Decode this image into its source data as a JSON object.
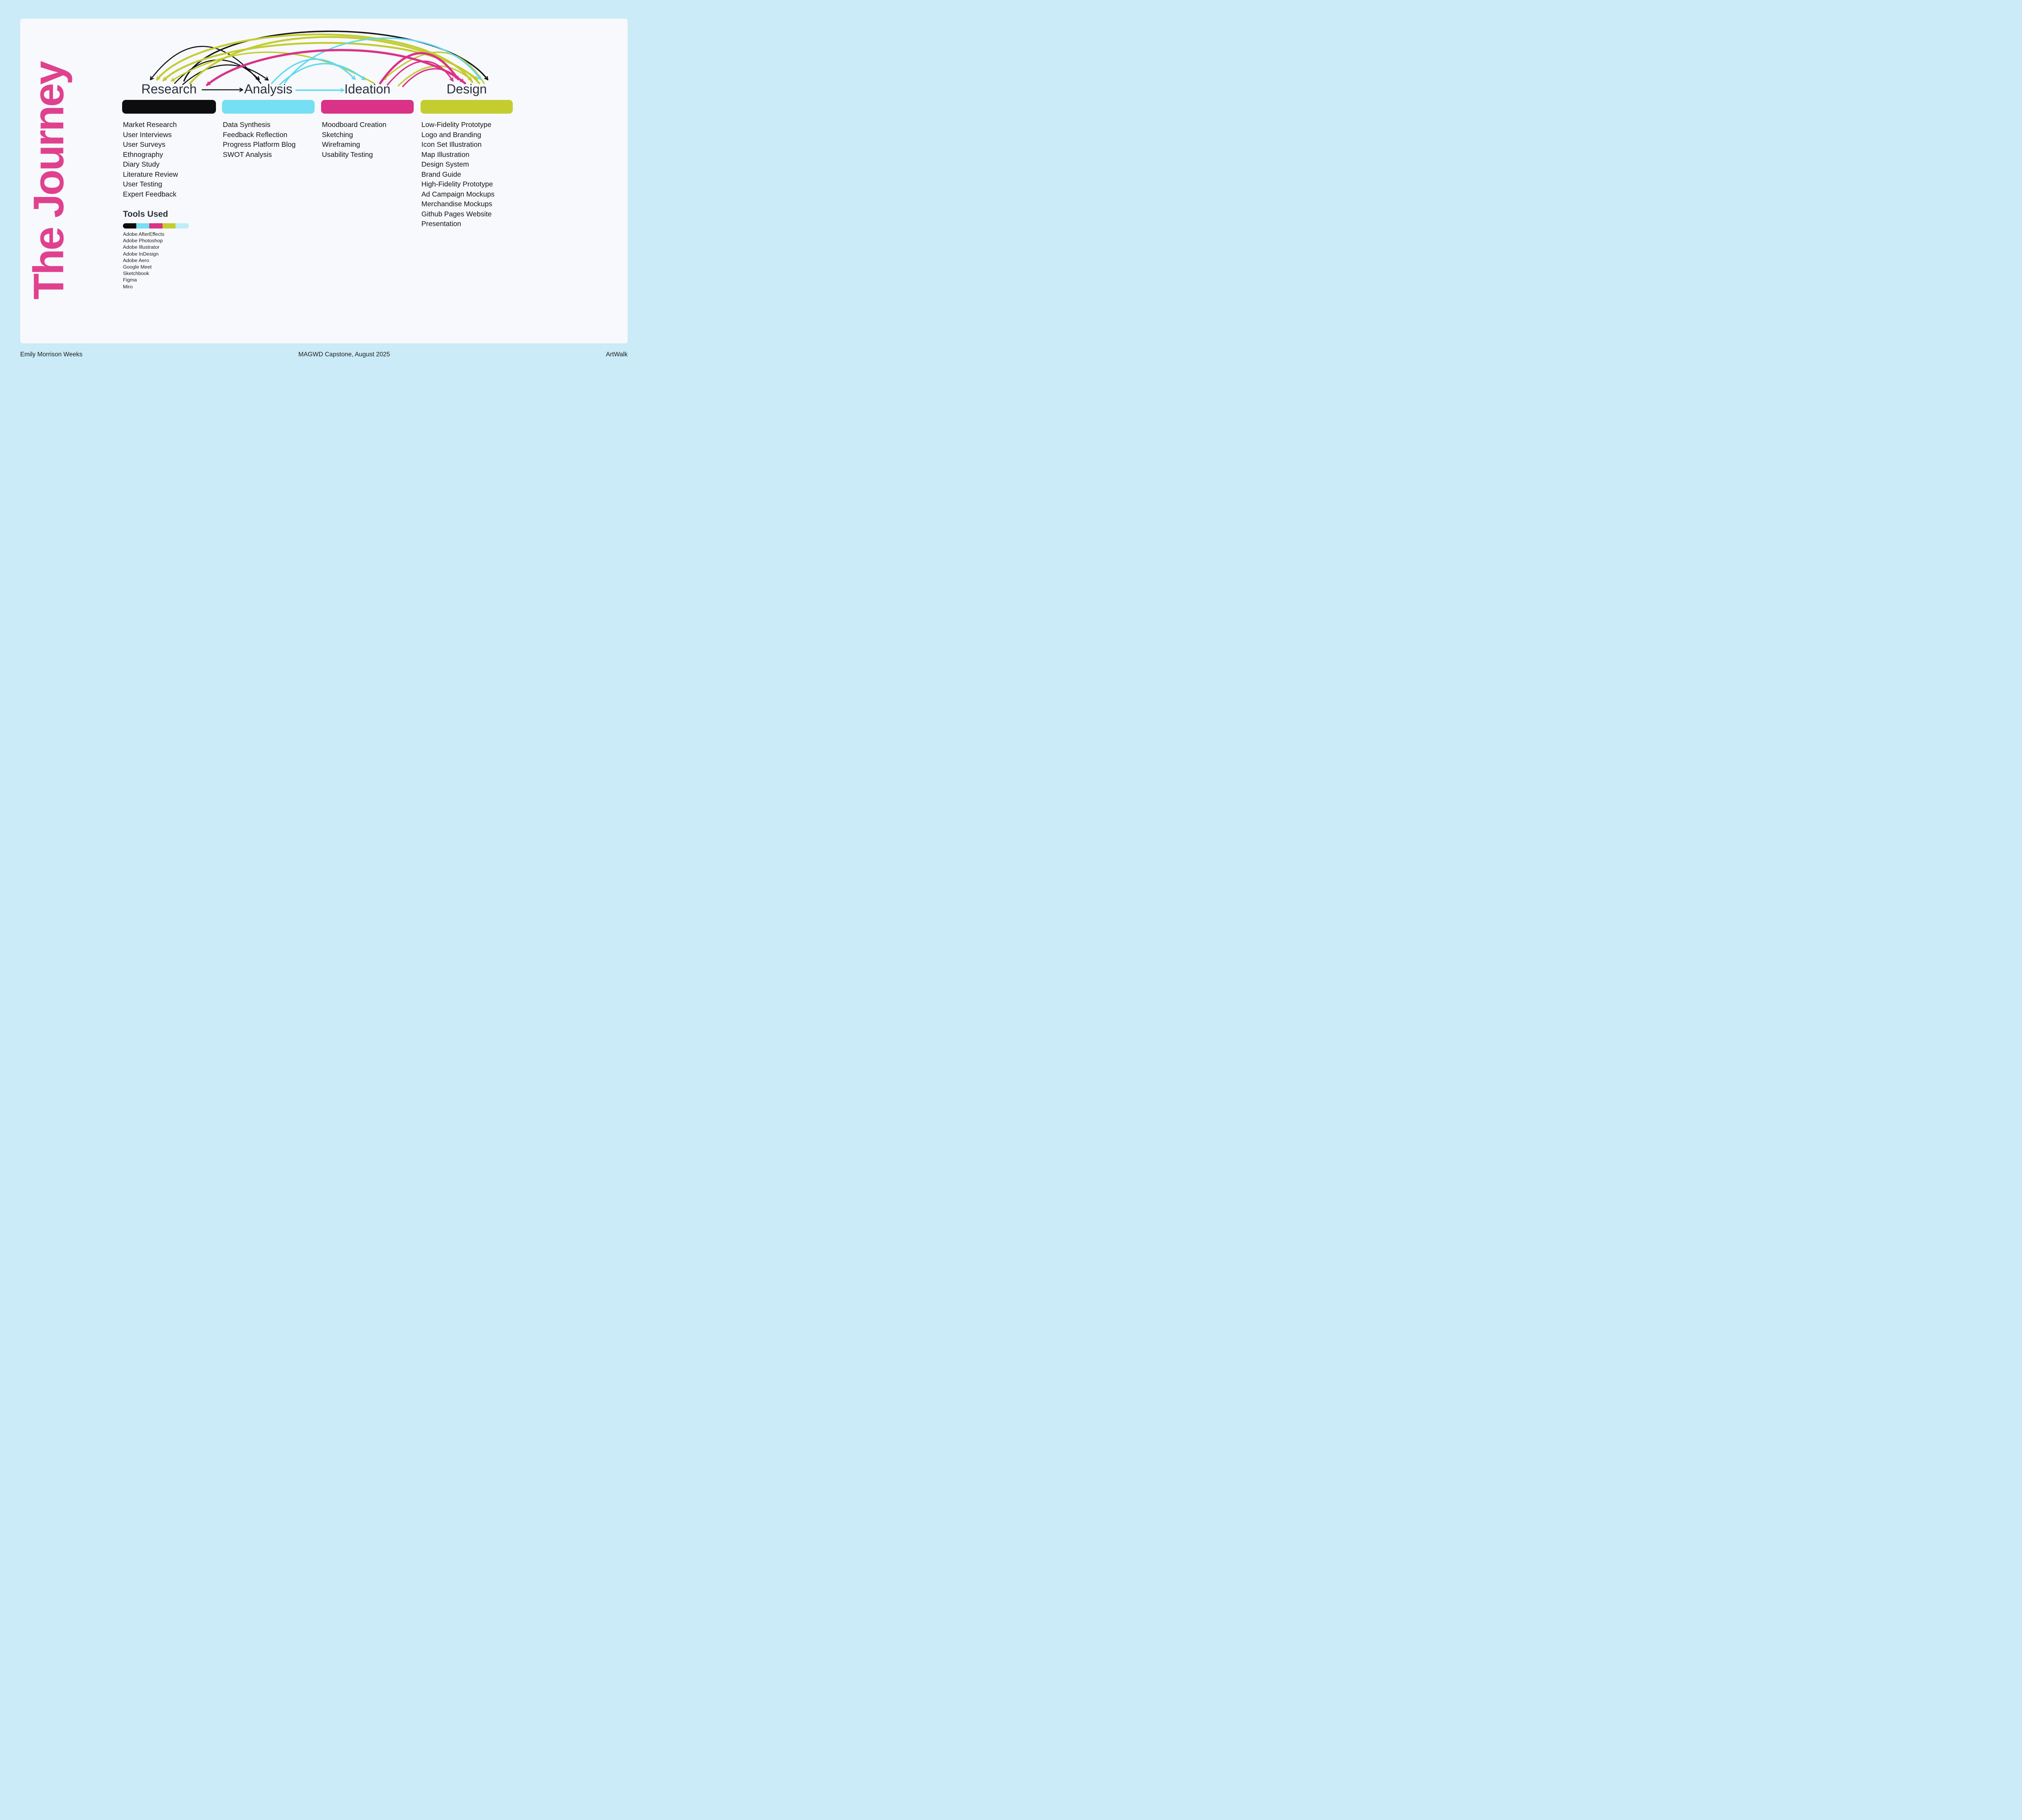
{
  "slide": {
    "title": "The Journey",
    "footer": {
      "left": "Emily Morrison Weeks",
      "center": "MAGWD Capstone, August 2025",
      "right": "ArtWalk"
    }
  },
  "phases": [
    {
      "name": "Research",
      "color": "#0D0D10",
      "items": [
        "Market Research",
        "User Interviews",
        "User Surveys",
        "Ethnography",
        "Diary Study",
        "Literature Review",
        "User Testing",
        "Expert Feedback"
      ]
    },
    {
      "name": "Analysis",
      "color": "#76DFF3",
      "items": [
        "Data Synthesis",
        "Feedback Reflection",
        "Progress Platform Blog",
        "SWOT Analysis"
      ]
    },
    {
      "name": "Ideation",
      "color": "#D93287",
      "items": [
        "Moodboard Creation",
        "Sketching",
        "Wireframing",
        "Usability Testing"
      ]
    },
    {
      "name": "Design",
      "color": "#C4CD2F",
      "items": [
        "Low-Fidelity Prototype",
        "Logo and Branding",
        "Icon Set Illustration",
        "Map Illustration",
        "Design System",
        "Brand Guide",
        "High-Fidelity Prototype",
        "Ad Campaign Mockups",
        "Merchandise Mockups",
        "Github Pages Website",
        "Presentation"
      ]
    }
  ],
  "tools": {
    "heading": "Tools Used",
    "palette": [
      "#0D0D10",
      "#76DFF3",
      "#D93287",
      "#C4CD2F",
      "#BEEDF8"
    ],
    "items": [
      "Adobe AfterEffects",
      "Adobe Photoshop",
      "Adobe Illustrator",
      "Adobe InDesign",
      "Adobe Aero",
      "Google Meet",
      "Sketchbook",
      "Figma",
      "Miro"
    ]
  },
  "connections": {
    "straight": [
      {
        "from": "Research",
        "to": "Analysis",
        "color": "black"
      },
      {
        "from": "Analysis",
        "to": "Ideation",
        "color": "cyan"
      }
    ],
    "arcs": [
      {
        "from": "Research",
        "to": "Design",
        "color": "black"
      },
      {
        "from": "Research",
        "to": "Analysis",
        "color": "black"
      },
      {
        "from": "Research",
        "to": "Analysis",
        "color": "black"
      },
      {
        "from": "Analysis",
        "to": "Research",
        "color": "black"
      },
      {
        "from": "Design",
        "to": "Research",
        "color": "yellow"
      },
      {
        "from": "Design",
        "to": "Research",
        "color": "yellow"
      },
      {
        "from": "Ideation",
        "to": "Research",
        "color": "yellow"
      },
      {
        "from": "Ideation",
        "to": "Design",
        "color": "yellow"
      },
      {
        "from": "Design",
        "to": "Ideation",
        "color": "yellow"
      },
      {
        "from": "Research",
        "to": "Design",
        "color": "yellow"
      },
      {
        "from": "Analysis",
        "to": "Ideation",
        "color": "cyan"
      },
      {
        "from": "Analysis",
        "to": "Ideation",
        "color": "cyan"
      },
      {
        "from": "Analysis",
        "to": "Design",
        "color": "cyan"
      },
      {
        "from": "Design",
        "to": "Research",
        "color": "pink"
      },
      {
        "from": "Ideation",
        "to": "Design",
        "color": "pink"
      },
      {
        "from": "Ideation",
        "to": "Design",
        "color": "pink"
      },
      {
        "from": "Ideation",
        "to": "Design",
        "color": "pink"
      }
    ]
  },
  "colors": {
    "page_bg": "#CAEBF7",
    "card_bg": "#F7F9FC",
    "title_pink": "#E0418F",
    "heading": "#2B313D",
    "body_text": "#131313",
    "arc_black": "#131316",
    "arc_cyan": "#5FD9F1",
    "arc_pink": "#DB3287",
    "arc_yellow": "#C3CC2F"
  }
}
